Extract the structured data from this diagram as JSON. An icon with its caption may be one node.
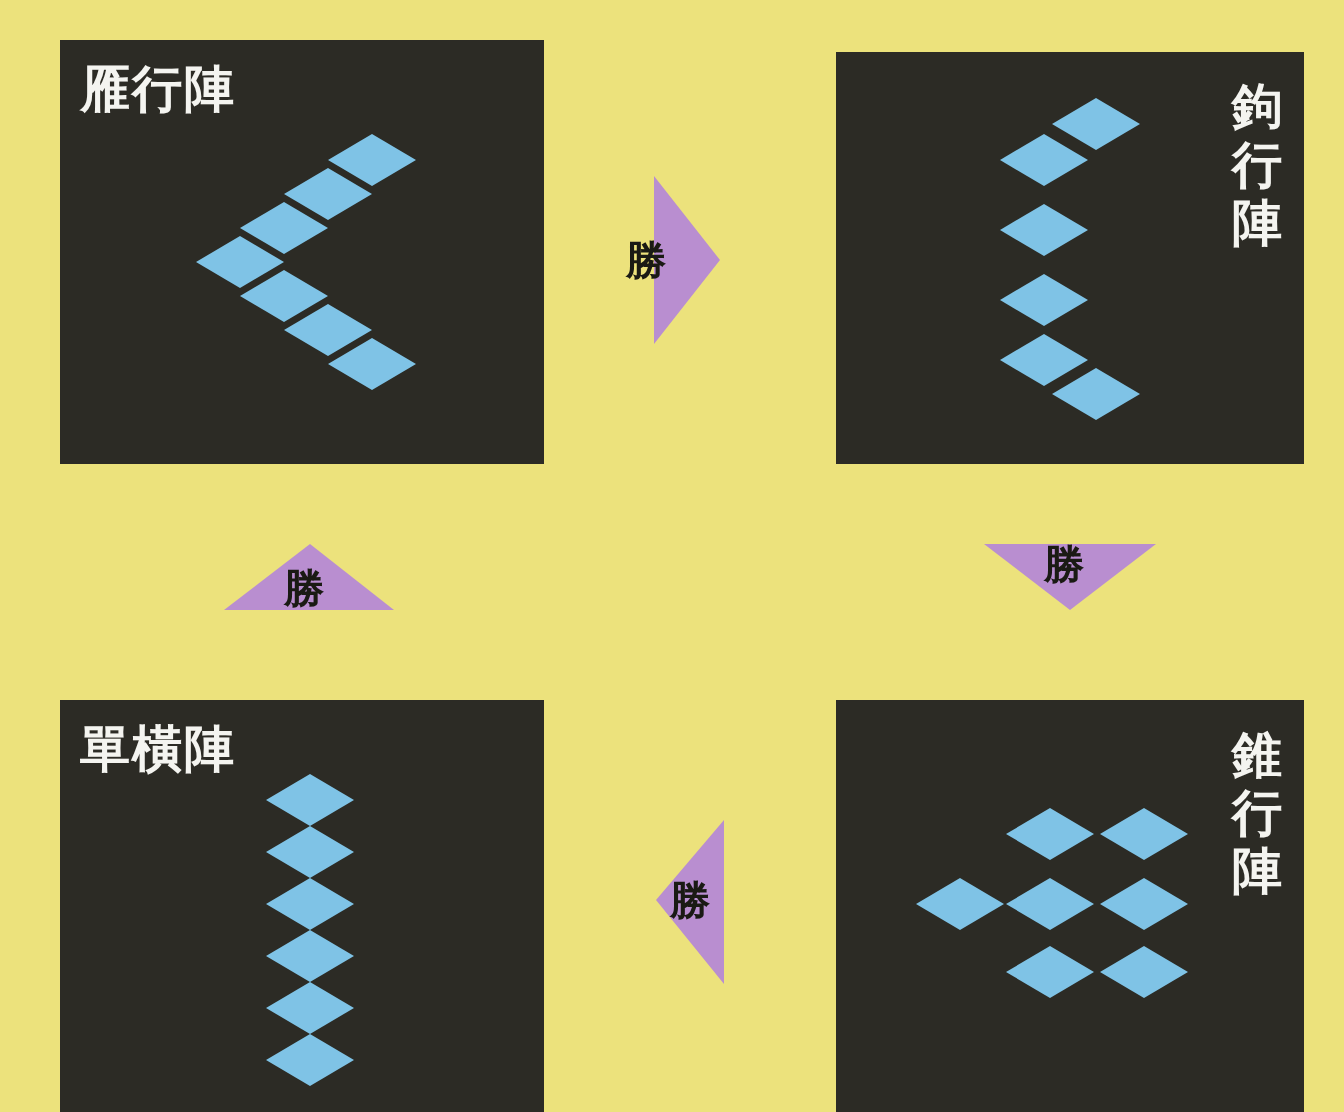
{
  "diagram": {
    "nodes": [
      {
        "text": [
          "雁行陣"
        ]
      },
      {
        "text": [
          "鉤行陣"
        ]
      },
      {
        "text": [
          "單橫陣"
        ]
      },
      {
        "text": [
          "錐行陣"
        ]
      }
    ],
    "edges": [
      {
        "from": 0,
        "to": 1,
        "arrow": "to",
        "label": "勝"
      },
      {
        "from": 1,
        "to": 3,
        "arrow": "to",
        "label": "勝"
      },
      {
        "from": 3,
        "to": 2,
        "arrow": "to",
        "label": "勝"
      },
      {
        "from": 2,
        "to": 0,
        "arrow": "to",
        "label": "勝"
      }
    ]
  }
}
